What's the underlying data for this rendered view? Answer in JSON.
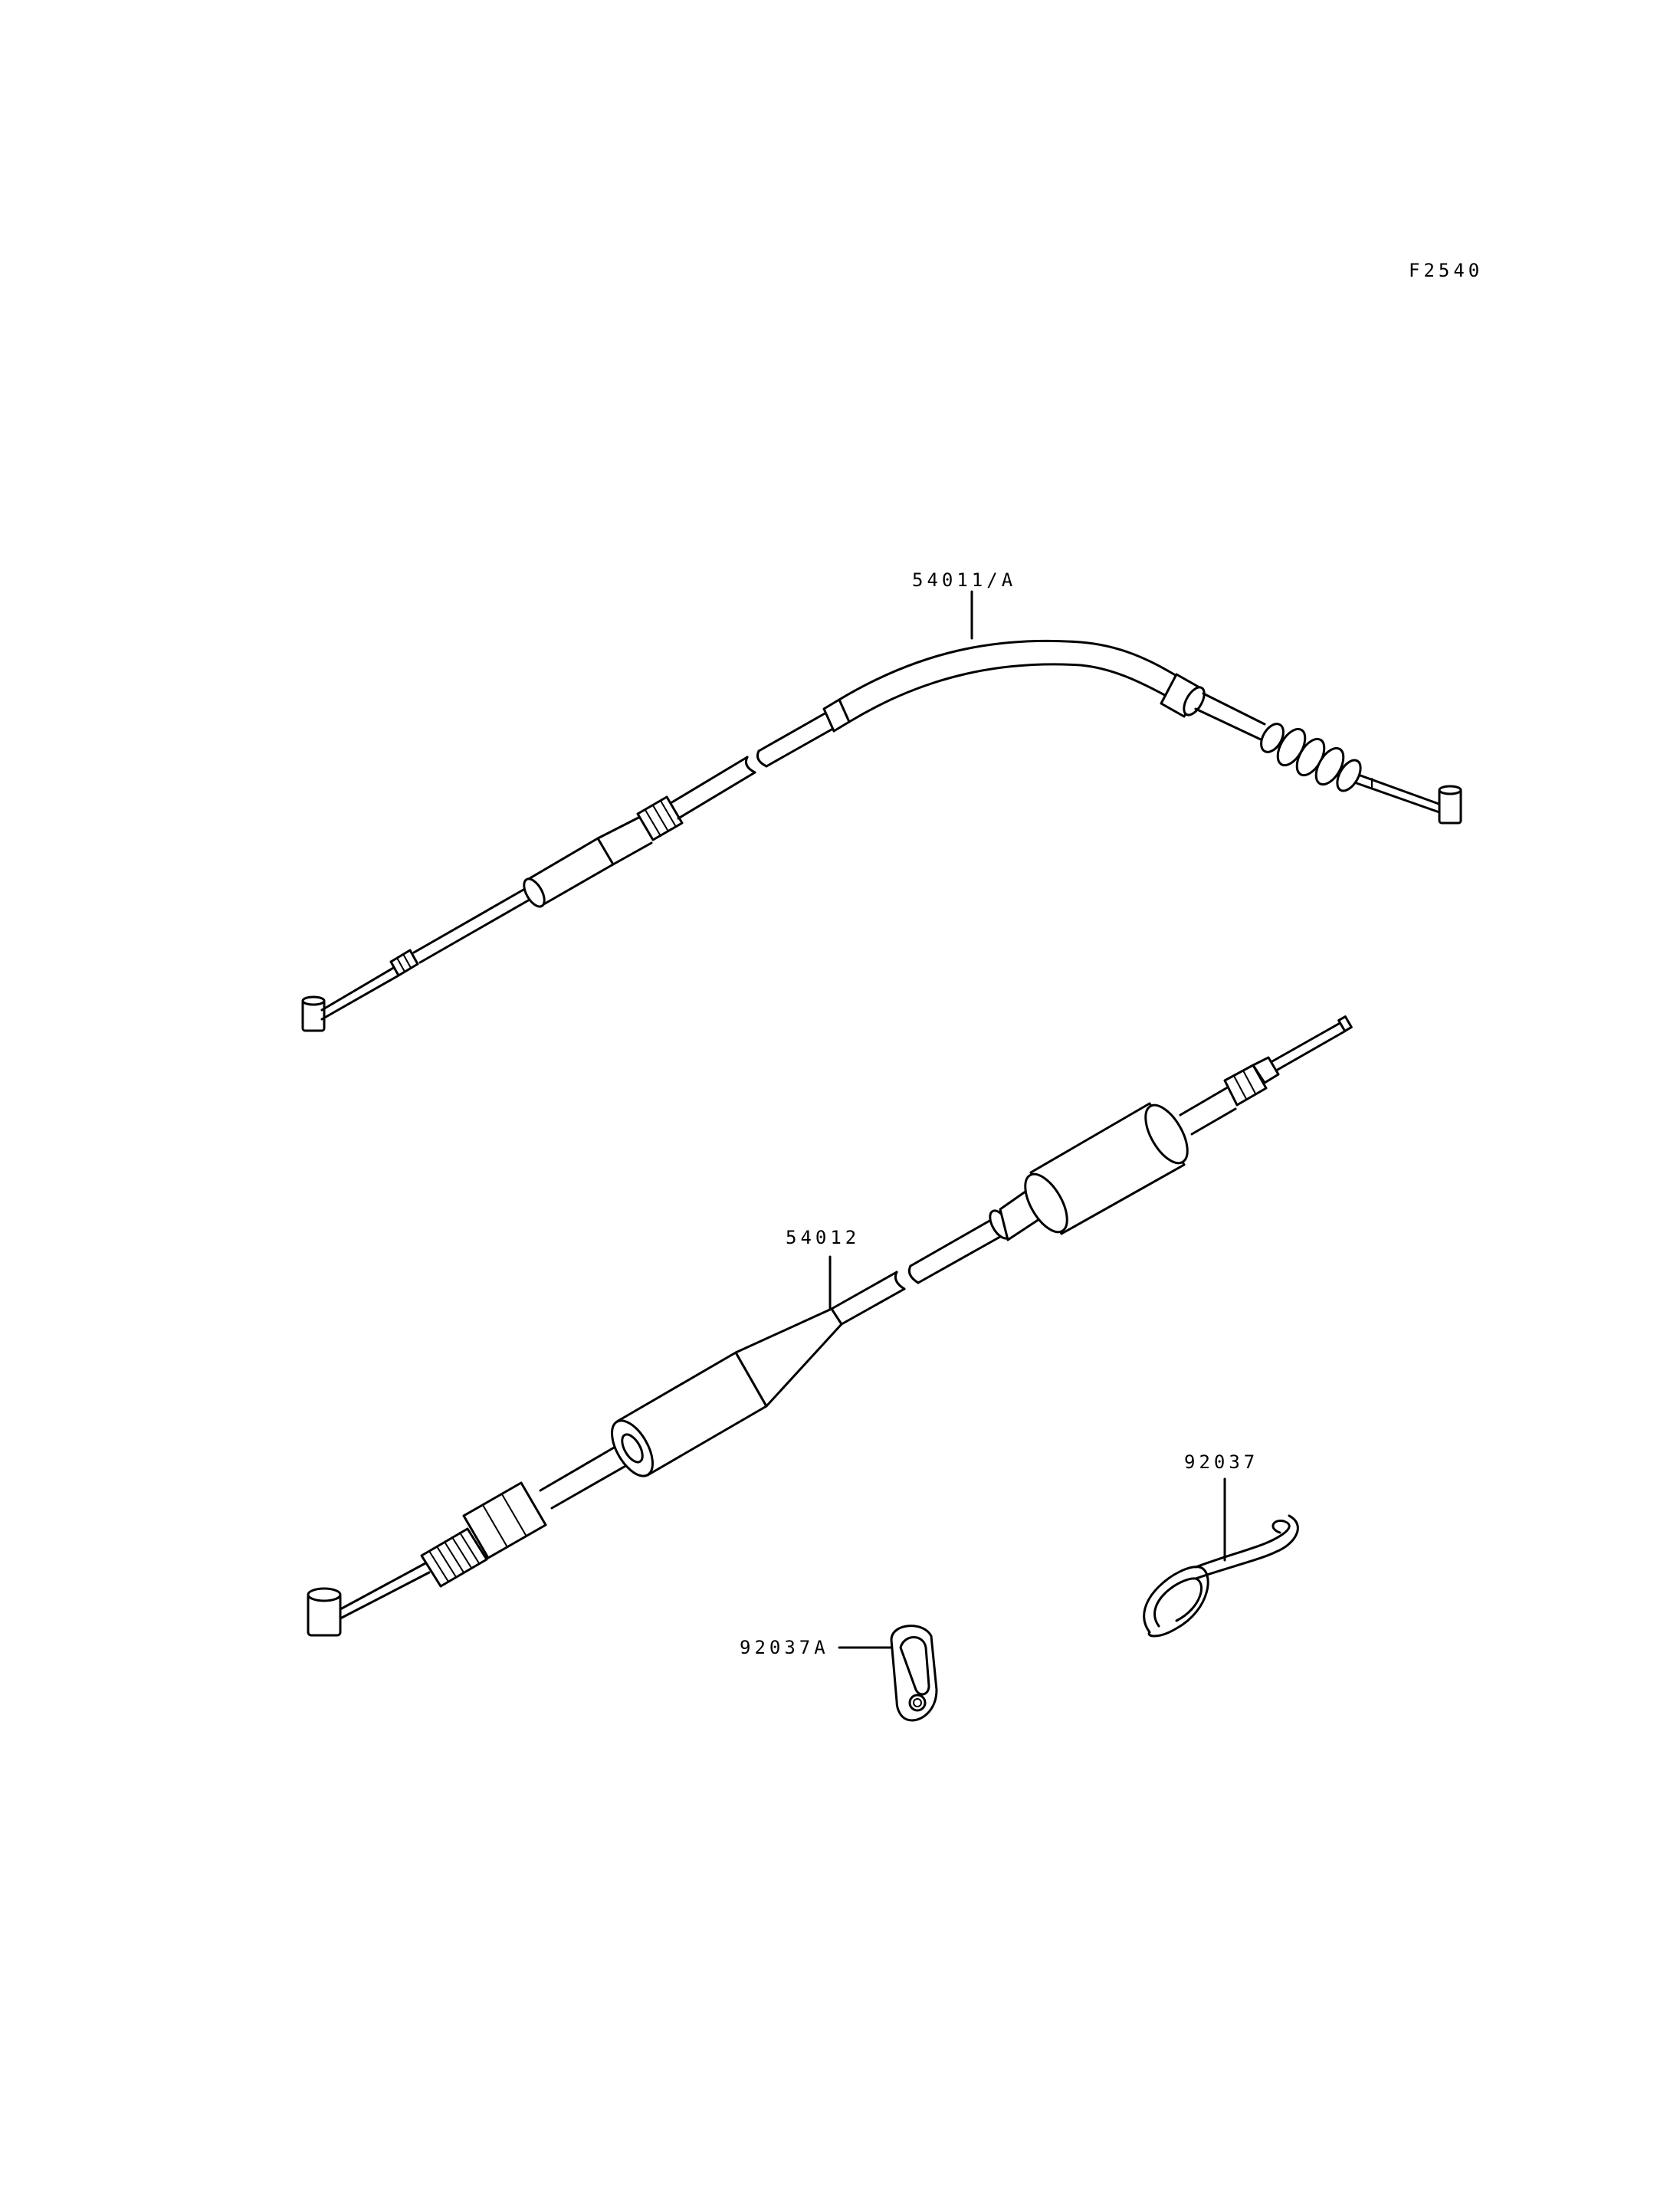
{
  "figure_code": "F2540",
  "parts": [
    {
      "id": "upper-cable",
      "label": "54011/A"
    },
    {
      "id": "lower-cable",
      "label": "54012"
    },
    {
      "id": "wire-clip",
      "label": "92037"
    },
    {
      "id": "cable-clamp",
      "label": "92037A"
    }
  ]
}
